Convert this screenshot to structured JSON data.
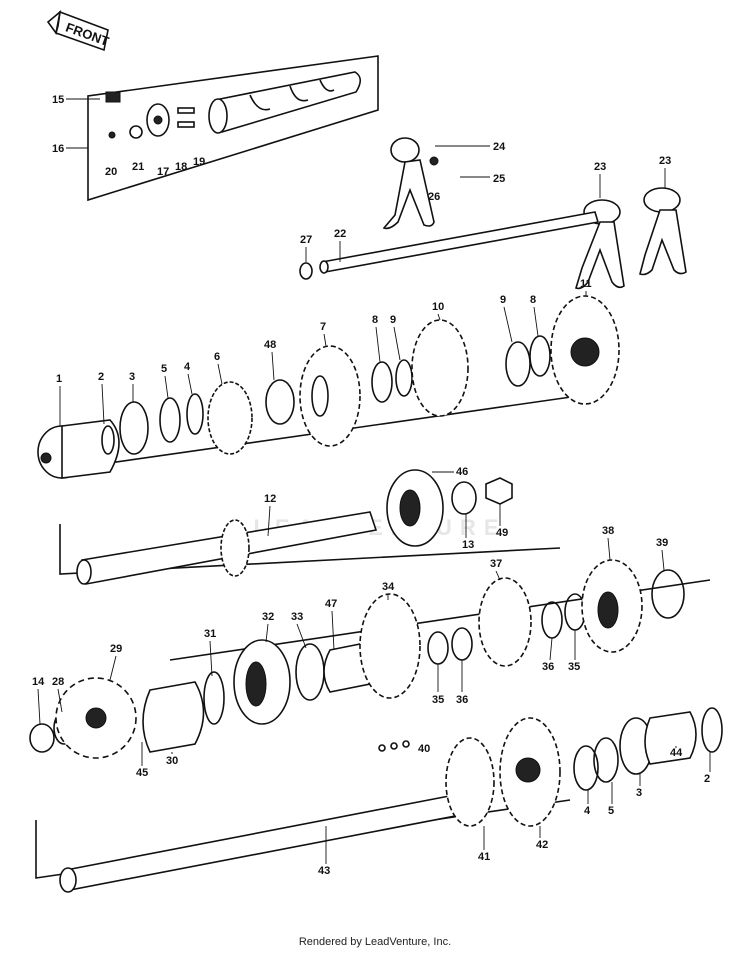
{
  "front_badge": "FRONT",
  "footer_text": "Rendered by LeadVenture, Inc.",
  "watermark_text": "LEADVENTURE",
  "callouts": [
    {
      "id": "c15",
      "label": "15"
    },
    {
      "id": "c16",
      "label": "16"
    },
    {
      "id": "c17",
      "label": "17"
    },
    {
      "id": "c18",
      "label": "18"
    },
    {
      "id": "c19",
      "label": "19"
    },
    {
      "id": "c20",
      "label": "20"
    },
    {
      "id": "c21",
      "label": "21"
    },
    {
      "id": "c24",
      "label": "24"
    },
    {
      "id": "c25",
      "label": "25"
    },
    {
      "id": "c26",
      "label": "26"
    },
    {
      "id": "c23a",
      "label": "23"
    },
    {
      "id": "c23b",
      "label": "23"
    },
    {
      "id": "c27",
      "label": "27"
    },
    {
      "id": "c22",
      "label": "22"
    },
    {
      "id": "c1",
      "label": "1"
    },
    {
      "id": "c2",
      "label": "2"
    },
    {
      "id": "c3",
      "label": "3"
    },
    {
      "id": "c5",
      "label": "5"
    },
    {
      "id": "c4",
      "label": "4"
    },
    {
      "id": "c6",
      "label": "6"
    },
    {
      "id": "c48",
      "label": "48"
    },
    {
      "id": "c7",
      "label": "7"
    },
    {
      "id": "c8a",
      "label": "8"
    },
    {
      "id": "c9a",
      "label": "9"
    },
    {
      "id": "c10",
      "label": "10"
    },
    {
      "id": "c9b",
      "label": "9"
    },
    {
      "id": "c8b",
      "label": "8"
    },
    {
      "id": "c11",
      "label": "11"
    },
    {
      "id": "c46",
      "label": "46"
    },
    {
      "id": "c13",
      "label": "13"
    },
    {
      "id": "c49",
      "label": "49"
    },
    {
      "id": "c12",
      "label": "12"
    },
    {
      "id": "c37",
      "label": "37"
    },
    {
      "id": "c38",
      "label": "38"
    },
    {
      "id": "c39",
      "label": "39"
    },
    {
      "id": "c34",
      "label": "34"
    },
    {
      "id": "c47",
      "label": "47"
    },
    {
      "id": "c32",
      "label": "32"
    },
    {
      "id": "c33",
      "label": "33"
    },
    {
      "id": "c31",
      "label": "31"
    },
    {
      "id": "c29",
      "label": "29"
    },
    {
      "id": "c14",
      "label": "14"
    },
    {
      "id": "c28",
      "label": "28"
    },
    {
      "id": "c30",
      "label": "30"
    },
    {
      "id": "c45",
      "label": "45"
    },
    {
      "id": "c35a",
      "label": "35"
    },
    {
      "id": "c36a",
      "label": "36"
    },
    {
      "id": "c36b",
      "label": "36"
    },
    {
      "id": "c35b",
      "label": "35"
    },
    {
      "id": "c40",
      "label": "40"
    },
    {
      "id": "c4b",
      "label": "4"
    },
    {
      "id": "c5b",
      "label": "5"
    },
    {
      "id": "c3b",
      "label": "3"
    },
    {
      "id": "c44",
      "label": "44"
    },
    {
      "id": "c2b",
      "label": "2"
    },
    {
      "id": "c41",
      "label": "41"
    },
    {
      "id": "c42",
      "label": "42"
    },
    {
      "id": "c43",
      "label": "43"
    }
  ]
}
